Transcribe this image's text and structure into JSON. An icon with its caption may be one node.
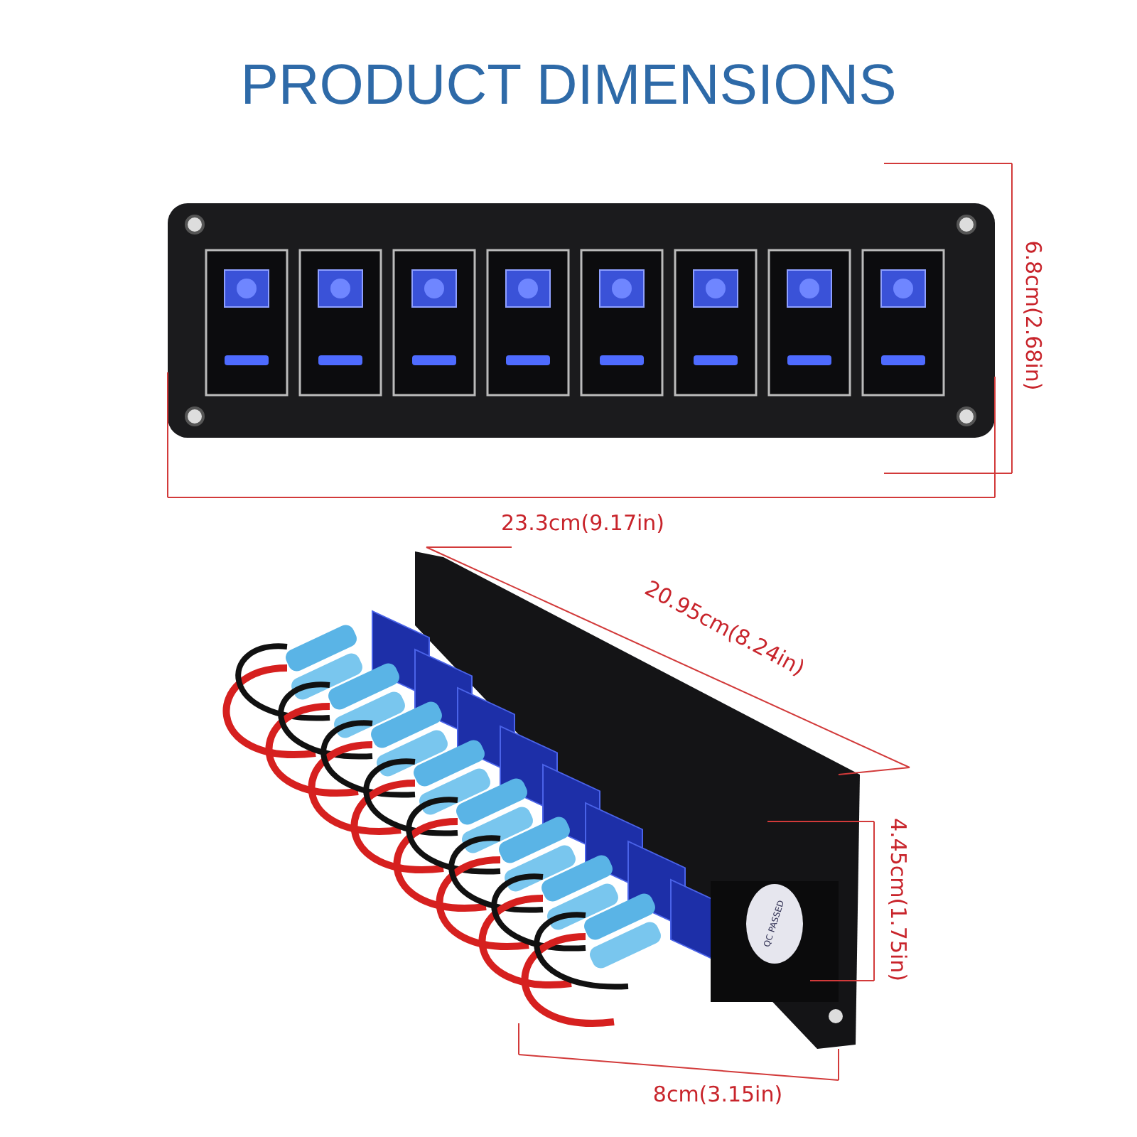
{
  "diagram": {
    "title": "PRODUCT DIMENSIONS",
    "labels": [
      "6.8cm(2.68in)",
      "23.3cm(9.17in)",
      "20.95cm(8.24in)",
      "4.45cm(1.75in)",
      "QC PASSED",
      "8cm(3.15in)"
    ]
  }
}
